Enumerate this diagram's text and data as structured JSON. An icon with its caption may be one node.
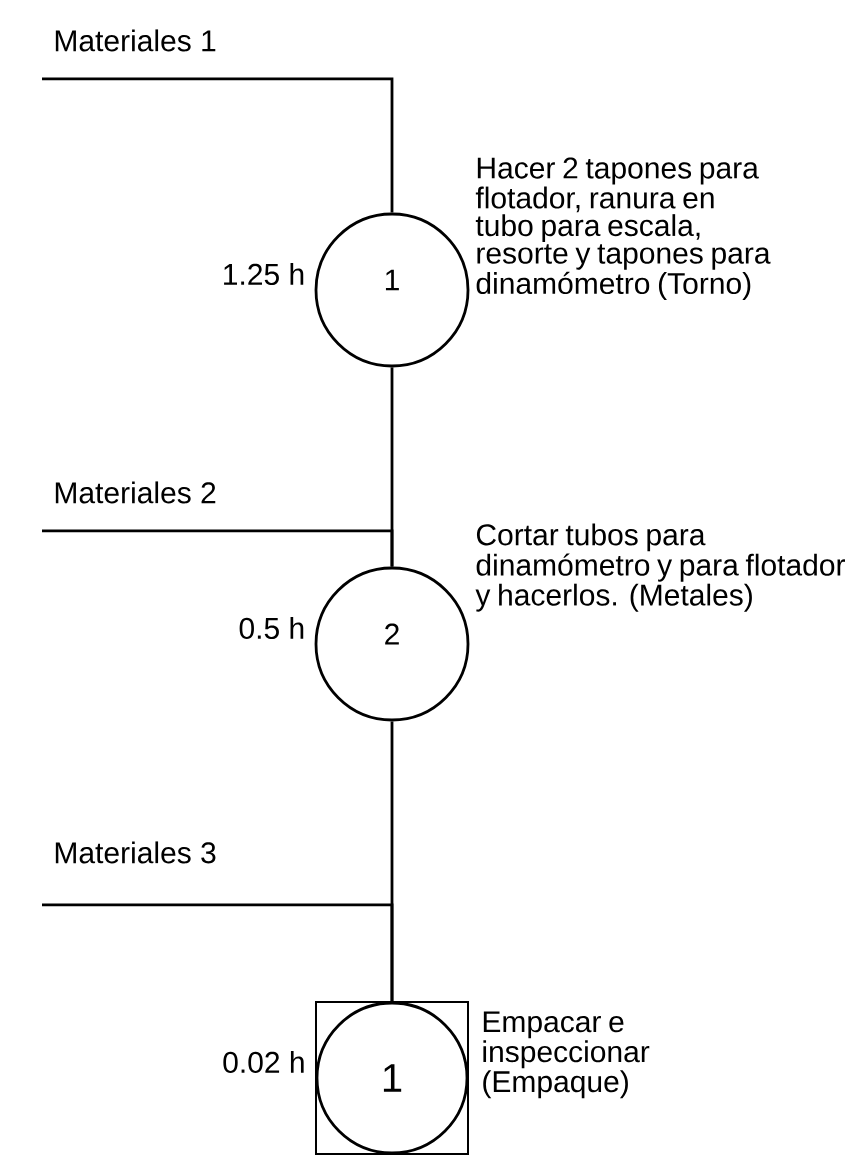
{
  "diagram": {
    "nodes": [
      {
        "text": [
          "Materiales 1"
        ]
      },
      {
        "text": [
          "1"
        ],
        "beside": [
          "1.25 h",
          "Hacer 2 tapones para flotador, ranura en tubo para escala, resorte y tapones para dinamómetro (Torno)"
        ]
      },
      {
        "text": [
          "Materiales 2"
        ]
      },
      {
        "text": [
          "2"
        ],
        "beside": [
          "0.5 h",
          "Cortar tubos para dinamómetro y para flotador y hacerlos. (Metales)"
        ]
      },
      {
        "text": [
          "Materiales 3"
        ]
      },
      {
        "text": [
          "1"
        ],
        "beside": [
          "0.02 h",
          "Empacar e inspeccionar (Empaque)"
        ]
      }
    ],
    "edges": [
      {
        "from": 0,
        "to": 1,
        "arrow": "none"
      },
      {
        "from": 1,
        "to": 3,
        "arrow": "none"
      },
      {
        "from": 2,
        "to": 3,
        "arrow": "none"
      },
      {
        "from": 3,
        "to": 5,
        "arrow": "none"
      },
      {
        "from": 4,
        "to": 5,
        "arrow": "none"
      }
    ]
  }
}
